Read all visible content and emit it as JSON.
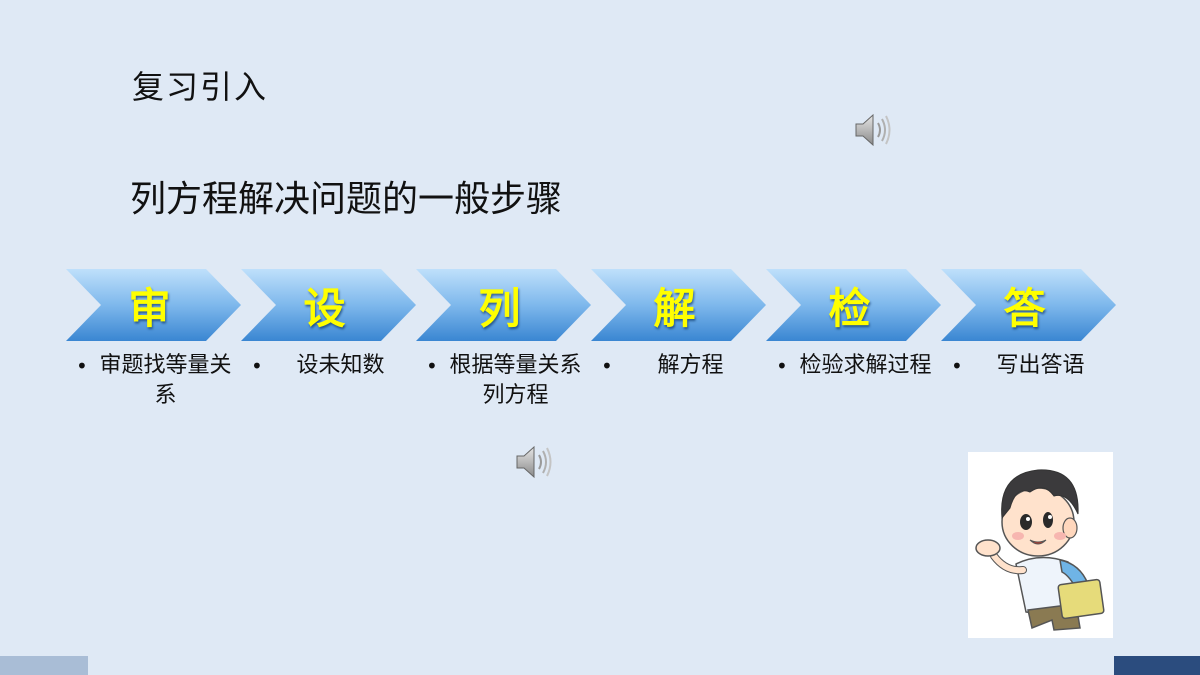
{
  "slide": {
    "heading": "复习引入",
    "title": "列方程解决问题的一般步骤"
  },
  "steps": [
    {
      "label": "审",
      "desc": "审题找等量关系"
    },
    {
      "label": "设",
      "desc": "设未知数"
    },
    {
      "label": "列",
      "desc": "根据等量关系列方程"
    },
    {
      "label": "解",
      "desc": "解方程"
    },
    {
      "label": "检",
      "desc": "检验求解过程"
    },
    {
      "label": "答",
      "desc": "写出答语"
    }
  ],
  "bullet_char": "•",
  "icons": {
    "speaker": "speaker-icon",
    "character": "boy-character-image"
  },
  "colors": {
    "background": "#dfe9f5",
    "chevron_light": "#a9d0f3",
    "chevron_dark": "#3a86d2",
    "step_label": "#ffff00"
  }
}
